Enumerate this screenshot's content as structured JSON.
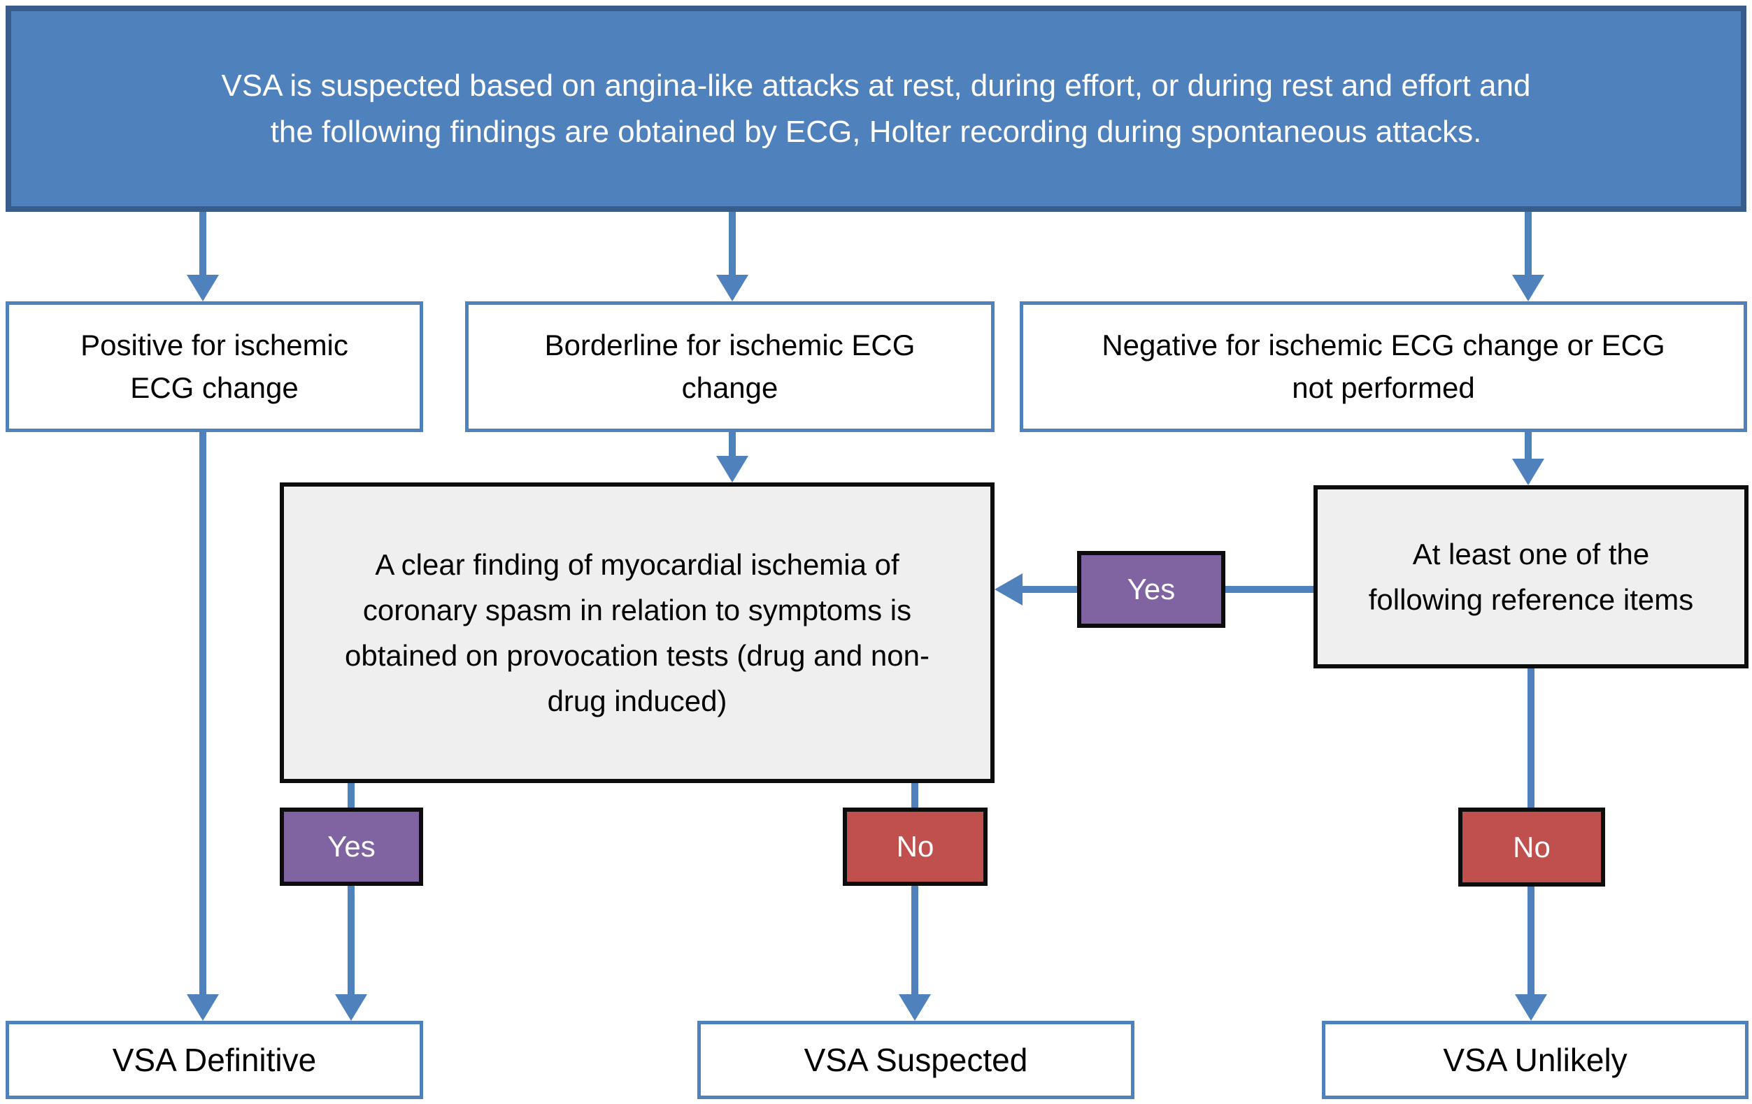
{
  "colors": {
    "banner_fill": "#4f81bd",
    "banner_border": "#385d8a",
    "box_border_blue": "#4f81bd",
    "arrow_blue": "#4f81bd",
    "gray_fill": "#efefef",
    "black_border": "#0d0d0d",
    "purple_fill": "#8064a2",
    "red_fill": "#c0504d",
    "text_black": "#000000",
    "text_white": "#ffffff"
  },
  "flowchart": {
    "title": "VSA is suspected based on angina-like attacks at rest, during effort, or during rest and effort and the following findings are obtained by ECG, Holter recording during spontaneous attacks.",
    "nodes": {
      "positive": "Positive for ischemic ECG change",
      "borderline": "Borderline for ischemic ECG change",
      "negative": "Negative for ischemic ECG change or ECG not performed",
      "provocation": "A clear finding of myocardial ischemia of coronary spasm in relation to symptoms is obtained on provocation tests (drug and non-drug induced)",
      "reference": "At least one of the following reference items",
      "definitive": "VSA Definitive",
      "suspected": "VSA Suspected",
      "unlikely": "VSA Unlikely"
    },
    "edges": [
      {
        "from": "title",
        "to": "positive",
        "label": ""
      },
      {
        "from": "title",
        "to": "borderline",
        "label": ""
      },
      {
        "from": "title",
        "to": "negative",
        "label": ""
      },
      {
        "from": "borderline",
        "to": "provocation",
        "label": ""
      },
      {
        "from": "negative",
        "to": "reference",
        "label": ""
      },
      {
        "from": "reference",
        "to": "provocation",
        "label": "Yes"
      },
      {
        "from": "positive",
        "to": "definitive",
        "label": ""
      },
      {
        "from": "provocation",
        "to": "definitive",
        "label": "Yes"
      },
      {
        "from": "provocation",
        "to": "suspected",
        "label": "No"
      },
      {
        "from": "reference",
        "to": "unlikely",
        "label": "No"
      }
    ]
  }
}
